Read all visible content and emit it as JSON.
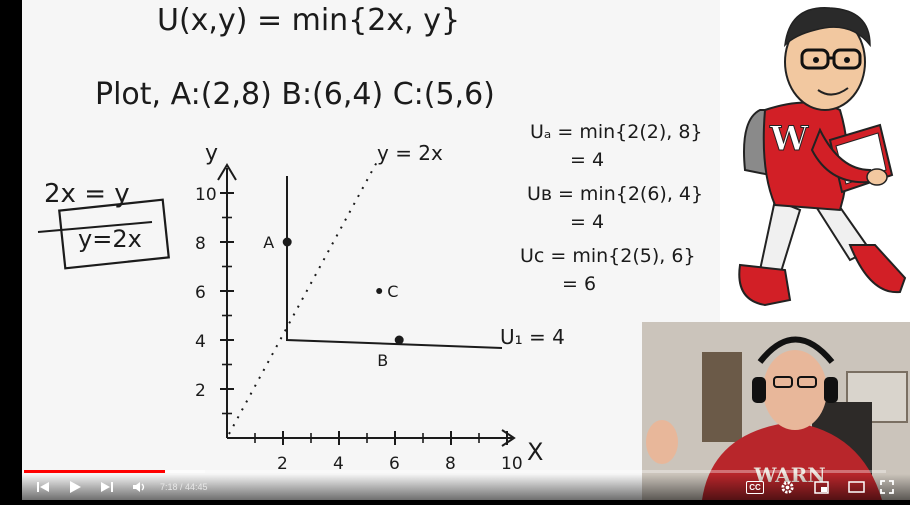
{
  "board": {
    "header_formula": "U(x,y) = min{2x, y}",
    "plot_line": "Plot,  A:(2,8)  B:(6,4)  C:(5,6)",
    "side_note_top": "2x = y",
    "side_note_boxed": "y=2x",
    "ray_label": "y = 2x",
    "indiff_label": "U₁ = 4",
    "axis_y_label": "y",
    "axis_x_label": "X",
    "y_ticks": [
      "10",
      "8",
      "6",
      "4",
      "2"
    ],
    "x_ticks": [
      "2",
      "4",
      "6",
      "8",
      "10"
    ],
    "points": [
      {
        "label": "A",
        "x": 2,
        "y": 8
      },
      {
        "label": "B",
        "x": 6,
        "y": 4
      },
      {
        "label": "C",
        "x": 5,
        "y": 6
      }
    ],
    "calc_a_line1": "Uₐ = min{2(2), 8}",
    "calc_a_line2": "= 4",
    "calc_b_line1": "Uʙ = min{2(6), 4}",
    "calc_b_line2": "= 4",
    "calc_c_line1": "Uᴄ = min{2(5), 6}",
    "calc_c_line2": "= 6"
  },
  "player": {
    "time_display": "7:18 / 44:45",
    "progress_fraction": 0.163,
    "buffer_fraction": 0.21,
    "cc_label": "CC",
    "colors": {
      "progress": "#ff0000",
      "controls": "#ffffff"
    }
  },
  "icons": [
    "previous-icon",
    "play-icon",
    "next-icon",
    "volume-icon",
    "captions-icon",
    "settings-icon",
    "miniplayer-icon",
    "theater-icon",
    "fullscreen-icon"
  ]
}
